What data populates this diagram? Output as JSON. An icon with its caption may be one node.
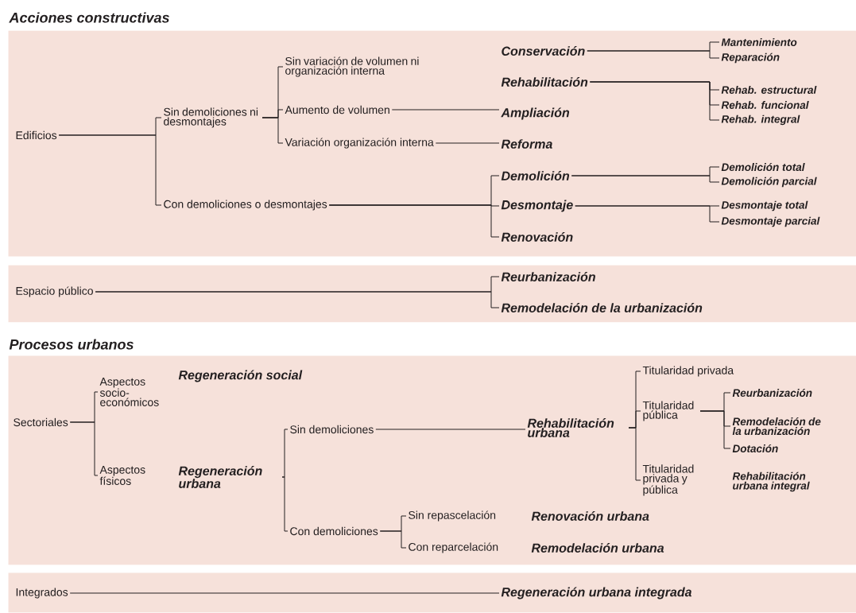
{
  "diagram": {
    "labels": [
      "Acciones constructivas",
      "Procesos urbanos"
    ],
    "nodes": [
      {
        "text": [],
        "shape": "box"
      },
      {
        "text": [],
        "shape": "box"
      },
      {
        "text": [],
        "shape": "box"
      },
      {
        "text": [],
        "shape": "box"
      },
      {
        "text": [
          "Edificios"
        ],
        "in": 0
      },
      {
        "text": [
          "Sin demoliciones ni desmontajes"
        ],
        "in": 0
      },
      {
        "text": [
          "Con demoliciones o desmontajes"
        ],
        "in": 0
      },
      {
        "text": [
          "Sin variación de volumen ni organización interna"
        ],
        "in": 0
      },
      {
        "text": [
          "Aumento de volumen"
        ],
        "in": 0
      },
      {
        "text": [
          "Variación organización interna"
        ],
        "in": 0
      },
      {
        "text": [
          "Conservación"
        ],
        "in": 0
      },
      {
        "text": [
          "Rehabilitación"
        ],
        "in": 0
      },
      {
        "text": [
          "Ampliación"
        ],
        "in": 0
      },
      {
        "text": [
          "Reforma"
        ],
        "in": 0
      },
      {
        "text": [
          "Demolición"
        ],
        "in": 0
      },
      {
        "text": [
          "Desmontaje"
        ],
        "in": 0
      },
      {
        "text": [
          "Renovación"
        ],
        "in": 0
      },
      {
        "text": [
          "Mantenimiento"
        ],
        "in": 0
      },
      {
        "text": [
          "Reparación"
        ],
        "in": 0
      },
      {
        "text": [
          "Rehab. estructural"
        ],
        "in": 0
      },
      {
        "text": [
          "Rehab. funcional"
        ],
        "in": 0
      },
      {
        "text": [
          "Rehab. integral"
        ],
        "in": 0
      },
      {
        "text": [
          "Demolición total"
        ],
        "in": 0
      },
      {
        "text": [
          "Demolición parcial"
        ],
        "in": 0
      },
      {
        "text": [
          "Desmontaje total"
        ],
        "in": 0
      },
      {
        "text": [
          "Desmontaje parcial"
        ],
        "in": 0
      },
      {
        "text": [
          "Espacio público"
        ],
        "in": 1
      },
      {
        "text": [
          "Reurbanización"
        ],
        "in": 1
      },
      {
        "text": [
          "Remodelación de la urbanización"
        ],
        "in": 1
      },
      {
        "text": [
          "Sectoriales"
        ],
        "in": 2
      },
      {
        "text": [
          "Aspectos socio-económicos"
        ],
        "in": 2
      },
      {
        "text": [
          "Regeneración social"
        ],
        "in": 2
      },
      {
        "text": [
          "Aspectos físicos"
        ],
        "in": 2
      },
      {
        "text": [
          "Regeneración urbana"
        ],
        "in": 2
      },
      {
        "text": [
          "Sin demoliciones"
        ],
        "in": 2
      },
      {
        "text": [
          "Con demoliciones"
        ],
        "in": 2
      },
      {
        "text": [
          "Rehabilitación urbana"
        ],
        "in": 2
      },
      {
        "text": [
          "Titularidad privada"
        ],
        "in": 2
      },
      {
        "text": [
          "Titularidad pública"
        ],
        "in": 2
      },
      {
        "text": [
          "Titularidad privada y pública"
        ],
        "in": 2
      },
      {
        "text": [
          "Reurbanización"
        ],
        "in": 2
      },
      {
        "text": [
          "Remodelación de la urbanización"
        ],
        "in": 2
      },
      {
        "text": [
          "Dotación"
        ],
        "in": 2
      },
      {
        "text": [
          "Rehabilitación urbana integral"
        ],
        "in": 2
      },
      {
        "text": [
          "Sin repascelación"
        ],
        "in": 2
      },
      {
        "text": [
          "Con reparcelación"
        ],
        "in": 2
      },
      {
        "text": [
          "Renovación urbana"
        ],
        "in": 2
      },
      {
        "text": [
          "Remodelación urbana"
        ],
        "in": 2
      },
      {
        "text": [
          "Integrados"
        ],
        "in": 3
      },
      {
        "text": [
          "Regeneración urbana integrada"
        ],
        "in": 3
      }
    ],
    "edges": [
      {
        "from": 4,
        "to": 5,
        "arrow": "none"
      },
      {
        "from": 4,
        "to": 6,
        "arrow": "none"
      },
      {
        "from": 5,
        "to": 7,
        "arrow": "none"
      },
      {
        "from": 5,
        "to": 8,
        "arrow": "none"
      },
      {
        "from": 5,
        "to": 9,
        "arrow": "none"
      },
      {
        "from": 8,
        "to": 12,
        "arrow": "none"
      },
      {
        "from": 9,
        "to": 13,
        "arrow": "none"
      },
      {
        "from": 10,
        "to": 17,
        "arrow": "none"
      },
      {
        "from": 10,
        "to": 18,
        "arrow": "none"
      },
      {
        "from": 11,
        "to": 19,
        "arrow": "none"
      },
      {
        "from": 11,
        "to": 20,
        "arrow": "none"
      },
      {
        "from": 11,
        "to": 21,
        "arrow": "none"
      },
      {
        "from": 6,
        "to": 14,
        "arrow": "none"
      },
      {
        "from": 6,
        "to": 15,
        "arrow": "none"
      },
      {
        "from": 6,
        "to": 16,
        "arrow": "none"
      },
      {
        "from": 14,
        "to": 22,
        "arrow": "none"
      },
      {
        "from": 14,
        "to": 23,
        "arrow": "none"
      },
      {
        "from": 15,
        "to": 24,
        "arrow": "none"
      },
      {
        "from": 15,
        "to": 25,
        "arrow": "none"
      },
      {
        "from": 26,
        "to": 27,
        "arrow": "none"
      },
      {
        "from": 26,
        "to": 28,
        "arrow": "none"
      },
      {
        "from": 29,
        "to": 30,
        "arrow": "none"
      },
      {
        "from": 29,
        "to": 32,
        "arrow": "none"
      },
      {
        "from": 33,
        "to": 34,
        "arrow": "none"
      },
      {
        "from": 33,
        "to": 35,
        "arrow": "none"
      },
      {
        "from": 34,
        "to": 36,
        "arrow": "none"
      },
      {
        "from": 36,
        "to": 37,
        "arrow": "none"
      },
      {
        "from": 36,
        "to": 38,
        "arrow": "none"
      },
      {
        "from": 36,
        "to": 39,
        "arrow": "none"
      },
      {
        "from": 38,
        "to": 40,
        "arrow": "none"
      },
      {
        "from": 38,
        "to": 41,
        "arrow": "none"
      },
      {
        "from": 38,
        "to": 42,
        "arrow": "none"
      },
      {
        "from": 35,
        "to": 44,
        "arrow": "none"
      },
      {
        "from": 35,
        "to": 45,
        "arrow": "none"
      },
      {
        "from": 48,
        "to": 49,
        "arrow": "none"
      }
    ]
  }
}
